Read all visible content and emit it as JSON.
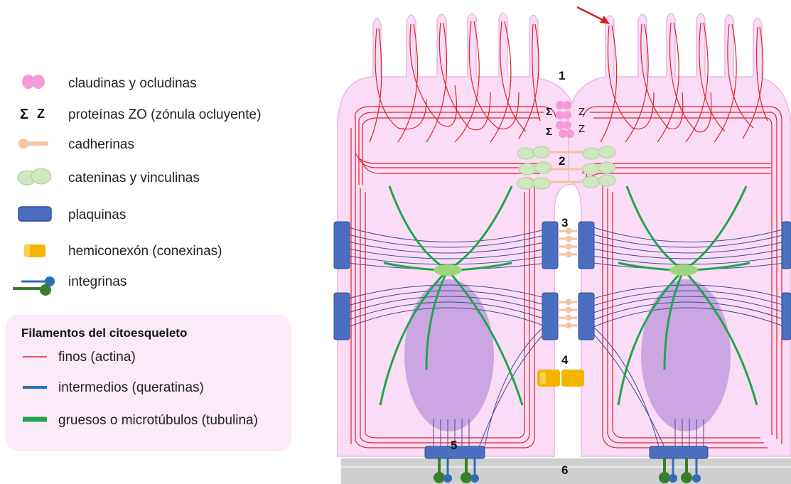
{
  "legend": {
    "items": [
      {
        "icon": "claudin-icon",
        "label": "claudinas y ocludinas"
      },
      {
        "icon": "zo-protein-icon",
        "label": "proteínas ZO (zónula ocluyente)"
      },
      {
        "icon": "cadherin-icon",
        "label": "cadherinas"
      },
      {
        "icon": "catenin-icon",
        "label": "cateninas y vinculinas"
      },
      {
        "icon": "plakin-icon",
        "label": "plaquinas"
      },
      {
        "icon": "hemiconnexon-icon",
        "label": "hemiconexón (conexinas)"
      },
      {
        "icon": "integrin-icon",
        "label": "integrinas"
      }
    ],
    "filaments": {
      "title": "Filamentos del citoesqueleto",
      "items": [
        {
          "label": "finos  (actina)",
          "color": "#e0202a"
        },
        {
          "label": "intermedios (queratinas)",
          "color": "#2a6fb8"
        },
        {
          "label": "gruesos o microtúbulos (tubulina)",
          "color": "#1fa64b"
        }
      ]
    }
  },
  "markers": [
    "1",
    "2",
    "3",
    "4",
    "5",
    "6"
  ],
  "zo_glyph": "Z",
  "colors": {
    "cell": "#fbdcf6",
    "cell_stroke": "#e8b8e3",
    "nucleus": "#cba6e3",
    "actin": "#e0202a",
    "keratin": "#3b4f8f",
    "tubulin": "#1fa64b",
    "plakin": "#4a6fc0",
    "claudin": "#f59ad6",
    "cadherin": "#f5c4a0",
    "catenin": "#cfe8c0",
    "connexon": "#f4b400",
    "membrane": "#cfcfcf"
  }
}
